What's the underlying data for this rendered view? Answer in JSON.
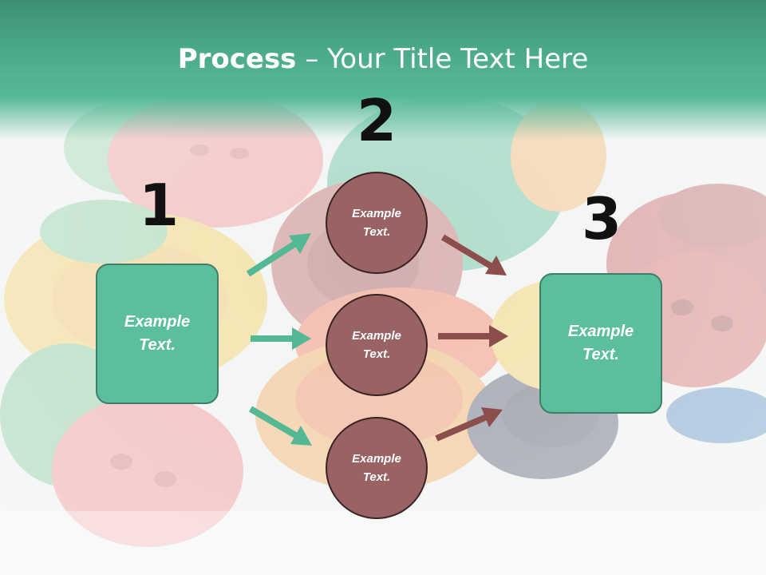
{
  "title": {
    "bold": "Process",
    "rest": " – Your Title Text Here"
  },
  "steps": {
    "one": "1",
    "two": "2",
    "three": "3"
  },
  "boxes": {
    "left": {
      "line1": "Example",
      "line2": "Text."
    },
    "right": {
      "line1": "Example",
      "line2": "Text."
    }
  },
  "circles": [
    {
      "line1": "Example",
      "line2": "Text."
    },
    {
      "line1": "Example",
      "line2": "Text."
    },
    {
      "line1": "Example",
      "line2": "Text."
    }
  ],
  "colors": {
    "title_band": "#4aa98a",
    "box_fill": "#5bbf9e",
    "circle_fill": "#9a6363",
    "green_arrow": "#54b894",
    "red_arrow": "#8c4e4c"
  }
}
